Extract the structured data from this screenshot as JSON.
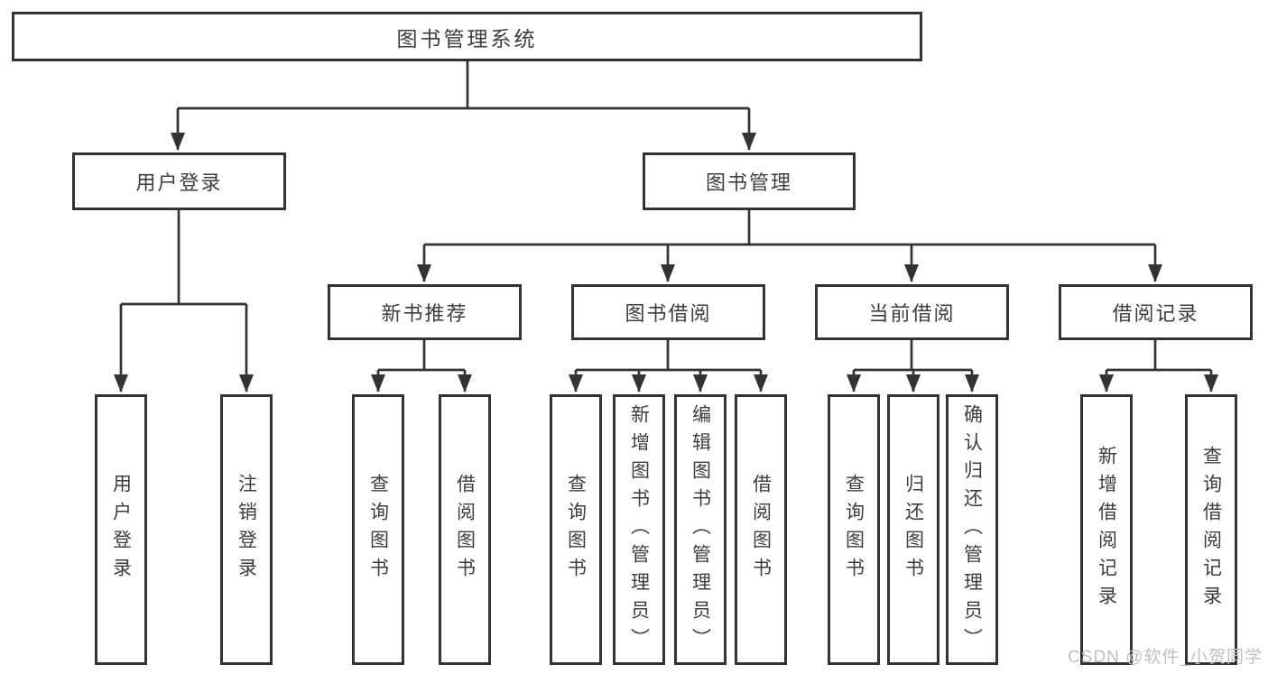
{
  "diagram": {
    "root": {
      "label": "图书管理系统"
    },
    "user_login": {
      "label": "用户登录",
      "children": [
        "用户登录",
        "注销登录"
      ]
    },
    "book_management": {
      "label": "图书管理",
      "new_books": {
        "label": "新书推荐",
        "children": [
          "查询图书",
          "借阅图书"
        ]
      },
      "book_borrowing": {
        "label": "图书借阅",
        "children": [
          "查询图书",
          "新增图书（管理员）",
          "编辑图书（管理员）",
          "借阅图书"
        ]
      },
      "current_borrowing": {
        "label": "当前借阅",
        "children": [
          "查询图书",
          "归还图书",
          "确认归还（管理员）"
        ]
      },
      "borrow_records": {
        "label": "借阅记录",
        "children": [
          "新增借阅记录",
          "查询借阅记录"
        ]
      }
    }
  },
  "watermark": "CSDN @软件_小贺同学",
  "colors": {
    "line": "#333333",
    "border": "#333333",
    "text": "#3d3d3d",
    "watermark": "#bfbfbf",
    "background": "#ffffff"
  }
}
